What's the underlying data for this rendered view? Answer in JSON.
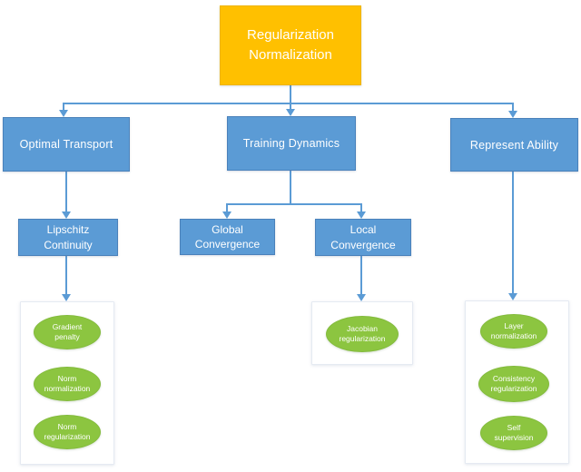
{
  "colors": {
    "orange": "#FFC000",
    "blue": "#5B9BD5",
    "green": "#8CC540",
    "connector": "#5B9BD5",
    "container_border": "#E5EAF2"
  },
  "nodes": {
    "root": {
      "label": "Regularization\nNormalization"
    },
    "branches": [
      {
        "label": "Optimal Transport"
      },
      {
        "label": "Training Dynamics"
      },
      {
        "label": "Represent Ability"
      }
    ],
    "subtopics": [
      {
        "label": "Lipschitz\nContinuity"
      },
      {
        "label": "Global\nConvergence"
      },
      {
        "label": "Local\nConvergence"
      }
    ],
    "leaves_left": [
      {
        "label": "Gradient\npenalty"
      },
      {
        "label": "Norm\nnormalization"
      },
      {
        "label": "Norm\nregularization"
      }
    ],
    "leaves_middle": [
      {
        "label": "Jacobian\nregularization"
      }
    ],
    "leaves_right": [
      {
        "label": "Layer\nnormalization"
      },
      {
        "label": "Consistency\nregularization"
      },
      {
        "label": "Self\nsupervision"
      }
    ]
  }
}
